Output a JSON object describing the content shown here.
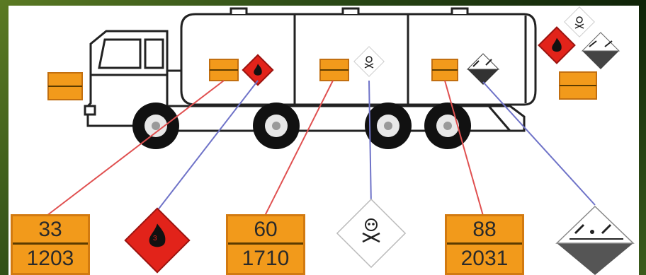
{
  "colors": {
    "plate_orange": "#f29a1b",
    "flammable_red": "#e2231a",
    "link_red": "#e05050",
    "link_blue": "#6f73c8",
    "outline": "#222222"
  },
  "plates": [
    {
      "hazard_number": "33",
      "un_number": "1203"
    },
    {
      "hazard_number": "60",
      "un_number": "1710"
    },
    {
      "hazard_number": "88",
      "un_number": "2031"
    }
  ],
  "signs": [
    {
      "type": "flammable",
      "icon": "flame-icon",
      "color": "#e2231a"
    },
    {
      "type": "toxic",
      "icon": "skull-crossbones-icon",
      "color": "#ffffff"
    },
    {
      "type": "corrosive",
      "icon": "corrosive-icon",
      "color": "#ffffff"
    }
  ]
}
